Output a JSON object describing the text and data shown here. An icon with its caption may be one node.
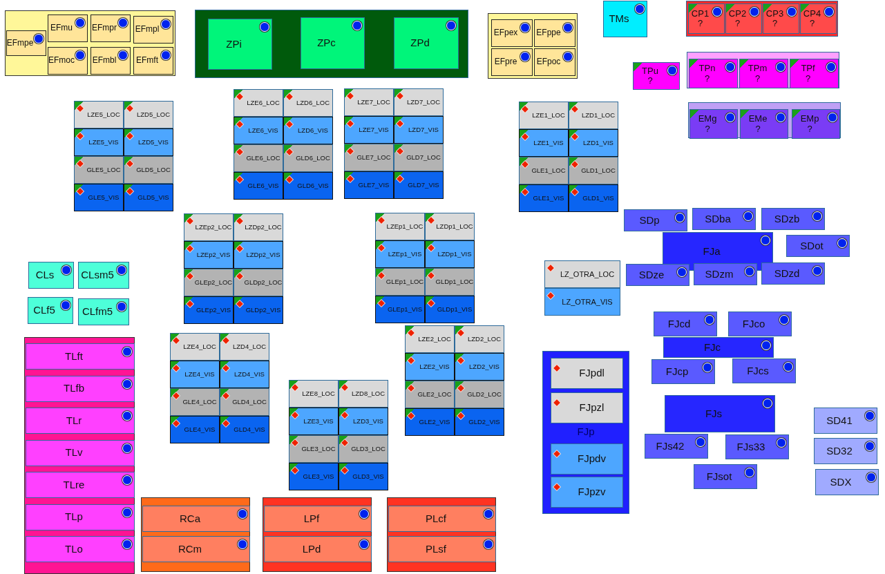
{
  "diagram": {
    "nodes": [
      {
        "text": [],
        "shape": "box"
      },
      {
        "text": [
          "EFmpe"
        ],
        "in": 0
      },
      {
        "text": [
          "EFmu"
        ],
        "in": 0
      },
      {
        "text": [
          "EFmpr"
        ],
        "in": 0
      },
      {
        "text": [
          "EFmpl"
        ],
        "in": 0
      },
      {
        "text": [
          "EFmoc"
        ],
        "in": 0
      },
      {
        "text": [
          "EFmbl"
        ],
        "in": 0
      },
      {
        "text": [
          "EFmft"
        ],
        "in": 0
      },
      {
        "text": [],
        "shape": "box"
      },
      {
        "text": [
          "ZPi"
        ],
        "in": 8
      },
      {
        "text": [
          "ZPc"
        ],
        "in": 8
      },
      {
        "text": [
          "ZPd"
        ],
        "in": 8
      },
      {
        "text": [],
        "shape": "box"
      },
      {
        "text": [
          "EFpex"
        ],
        "in": 12
      },
      {
        "text": [
          "EFppe"
        ],
        "in": 12
      },
      {
        "text": [
          "EFpre"
        ],
        "in": 12
      },
      {
        "text": [
          "EFpoc"
        ],
        "in": 12
      },
      {
        "text": [
          "TMs"
        ]
      },
      {
        "text": [],
        "shape": "box"
      },
      {
        "text": [
          "CP1",
          "?"
        ],
        "in": 18
      },
      {
        "text": [
          "CP2",
          "?"
        ],
        "in": 18
      },
      {
        "text": [
          "CP3",
          "?"
        ],
        "in": 18
      },
      {
        "text": [
          "CP4",
          "?"
        ],
        "in": 18
      },
      {
        "text": [
          "TPu",
          "?"
        ]
      },
      {
        "text": [],
        "shape": "box"
      },
      {
        "text": [
          "TPn",
          "?"
        ],
        "in": 24
      },
      {
        "text": [
          "TPm",
          "?"
        ],
        "in": 24
      },
      {
        "text": [
          "TPf",
          "?"
        ],
        "in": 24
      },
      {
        "text": [],
        "shape": "box"
      },
      {
        "text": [
          "EMg",
          "?"
        ],
        "in": 28
      },
      {
        "text": [
          "EMe",
          "?"
        ],
        "in": 28
      },
      {
        "text": [
          "EMp",
          "?"
        ],
        "in": 28
      },
      {
        "text": [
          "LZE5_LOC"
        ]
      },
      {
        "text": [
          "LZD5_LOC"
        ]
      },
      {
        "text": [
          "LZE5_VIS"
        ]
      },
      {
        "text": [
          "LZD5_VIS"
        ]
      },
      {
        "text": [
          "GLE5_LOC"
        ]
      },
      {
        "text": [
          "GLD5_LOC"
        ]
      },
      {
        "text": [
          "GLE5_VIS"
        ]
      },
      {
        "text": [
          "GLD5_VIS"
        ]
      },
      {
        "text": [
          "LZE6_LOC"
        ]
      },
      {
        "text": [
          "LZD6_LOC"
        ]
      },
      {
        "text": [
          "LZE6_VIS"
        ]
      },
      {
        "text": [
          "LZD6_VIS"
        ]
      },
      {
        "text": [
          "GLE6_LOC"
        ]
      },
      {
        "text": [
          "GLD6_LOC"
        ]
      },
      {
        "text": [
          "GLE6_VIS"
        ]
      },
      {
        "text": [
          "GLD6_VIS"
        ]
      },
      {
        "text": [
          "LZE7_LOC"
        ]
      },
      {
        "text": [
          "LZD7_LOC"
        ]
      },
      {
        "text": [
          "LZE7_VIS"
        ]
      },
      {
        "text": [
          "LZD7_VIS"
        ]
      },
      {
        "text": [
          "GLE7_LOC"
        ]
      },
      {
        "text": [
          "GLD7_LOC"
        ]
      },
      {
        "text": [
          "GLE7_VIS"
        ]
      },
      {
        "text": [
          "GLD7_VIS"
        ]
      },
      {
        "text": [
          "LZE1_LOC"
        ]
      },
      {
        "text": [
          "LZD1_LOC"
        ]
      },
      {
        "text": [
          "LZE1_VIS"
        ]
      },
      {
        "text": [
          "LZD1_VIS"
        ]
      },
      {
        "text": [
          "GLE1_LOC"
        ]
      },
      {
        "text": [
          "GLD1_LOC"
        ]
      },
      {
        "text": [
          "GLE1_VIS"
        ]
      },
      {
        "text": [
          "GLD1_VIS"
        ]
      },
      {
        "text": [
          "LZEp2_LOC"
        ]
      },
      {
        "text": [
          "LZDp2_LOC"
        ]
      },
      {
        "text": [
          "LZEp2_VIS"
        ]
      },
      {
        "text": [
          "LZDp2_VIS"
        ]
      },
      {
        "text": [
          "GLEp2_LOC"
        ]
      },
      {
        "text": [
          "GLDp2_LOC"
        ]
      },
      {
        "text": [
          "GLEp2_VIS"
        ]
      },
      {
        "text": [
          "GLDp2_VIS"
        ]
      },
      {
        "text": [
          "LZEp1_LOC"
        ]
      },
      {
        "text": [
          "LZDp1_LOC"
        ]
      },
      {
        "text": [
          "LZEp1_VIS"
        ]
      },
      {
        "text": [
          "LZDp1_VIS"
        ]
      },
      {
        "text": [
          "GLEp1_LOC"
        ]
      },
      {
        "text": [
          "GLDp1_LOC"
        ]
      },
      {
        "text": [
          "GLEp1_VIS"
        ]
      },
      {
        "text": [
          "GLDp1_VIS"
        ]
      },
      {
        "text": [
          "LZ_OTRA_LOC"
        ]
      },
      {
        "text": [
          "LZ_OTRA_VIS"
        ]
      },
      {
        "text": [
          "LZE4_LOC"
        ]
      },
      {
        "text": [
          "LZD4_LOC"
        ]
      },
      {
        "text": [
          "LZE4_VIS"
        ]
      },
      {
        "text": [
          "LZD4_VIS"
        ]
      },
      {
        "text": [
          "GLE4_LOC"
        ]
      },
      {
        "text": [
          "GLD4_LOC"
        ]
      },
      {
        "text": [
          "GLE4_VIS"
        ]
      },
      {
        "text": [
          "GLD4_VIS"
        ]
      },
      {
        "text": [
          "LZE2_LOC"
        ]
      },
      {
        "text": [
          "LZD2_LOC"
        ]
      },
      {
        "text": [
          "LZE2_VIS"
        ]
      },
      {
        "text": [
          "LZD2_VIS"
        ]
      },
      {
        "text": [
          "GLE2_LOC"
        ]
      },
      {
        "text": [
          "GLD2_LOC"
        ]
      },
      {
        "text": [
          "GLE2_VIS"
        ]
      },
      {
        "text": [
          "GLD2_VIS"
        ]
      },
      {
        "text": [
          "LZE8_LOC"
        ]
      },
      {
        "text": [
          "LZD8_LOC"
        ]
      },
      {
        "text": [
          "LZE3_VIS"
        ]
      },
      {
        "text": [
          "LZD3_VIS"
        ]
      },
      {
        "text": [
          "GLE3_LOC"
        ]
      },
      {
        "text": [
          "GLD3_LOC"
        ]
      },
      {
        "text": [
          "GLE3_VIS"
        ]
      },
      {
        "text": [
          "GLD3_VIS"
        ]
      },
      {
        "text": [
          "SDp"
        ]
      },
      {
        "text": [
          "SDba"
        ]
      },
      {
        "text": [
          "SDzb"
        ]
      },
      {
        "text": [
          "FJa"
        ]
      },
      {
        "text": [
          "SDot"
        ]
      },
      {
        "text": [
          "SDze"
        ]
      },
      {
        "text": [
          "SDzm"
        ]
      },
      {
        "text": [
          "SDzd"
        ]
      },
      {
        "text": [
          "FJcd"
        ]
      },
      {
        "text": [
          "FJco"
        ]
      },
      {
        "text": [
          "FJc"
        ]
      },
      {
        "text": [
          "FJcp"
        ]
      },
      {
        "text": [
          "FJcs"
        ]
      },
      {
        "text": [
          "FJs"
        ]
      },
      {
        "text": [
          "FJs42"
        ]
      },
      {
        "text": [
          "FJs33"
        ]
      },
      {
        "text": [
          "FJsot"
        ]
      },
      {
        "text": [
          "SD41"
        ]
      },
      {
        "text": [
          "SD32"
        ]
      },
      {
        "text": [
          "SDX"
        ]
      },
      {
        "text": [
          "FJp"
        ]
      },
      {
        "text": [
          "FJpdl"
        ],
        "in": 126
      },
      {
        "text": [
          "FJpzl"
        ],
        "in": 126
      },
      {
        "text": [
          "FJpdv"
        ],
        "in": 126
      },
      {
        "text": [
          "FJpzv"
        ],
        "in": 126
      },
      {
        "text": [
          "CLs"
        ]
      },
      {
        "text": [
          "CLsm5"
        ]
      },
      {
        "text": [
          "CLf5"
        ]
      },
      {
        "text": [
          "CLfm5"
        ]
      },
      {
        "text": [],
        "shape": "box"
      },
      {
        "text": [
          "TLft"
        ],
        "in": 135
      },
      {
        "text": [
          "TLfb"
        ],
        "in": 135
      },
      {
        "text": [
          "TLr"
        ],
        "in": 135
      },
      {
        "text": [
          "TLv"
        ],
        "in": 135
      },
      {
        "text": [
          "TLre"
        ],
        "in": 135
      },
      {
        "text": [
          "TLp"
        ],
        "in": 135
      },
      {
        "text": [
          "TLo"
        ],
        "in": 135
      },
      {
        "text": [],
        "shape": "box"
      },
      {
        "text": [
          "RCa"
        ],
        "in": 143
      },
      {
        "text": [
          "RCm"
        ],
        "in": 143
      },
      {
        "text": [],
        "shape": "box"
      },
      {
        "text": [
          "LPf"
        ],
        "in": 146
      },
      {
        "text": [
          "LPd"
        ],
        "in": 146
      },
      {
        "text": [],
        "shape": "box"
      },
      {
        "text": [
          "PLcf"
        ],
        "in": 149
      },
      {
        "text": [
          "PLsf"
        ],
        "in": 149
      }
    ]
  }
}
